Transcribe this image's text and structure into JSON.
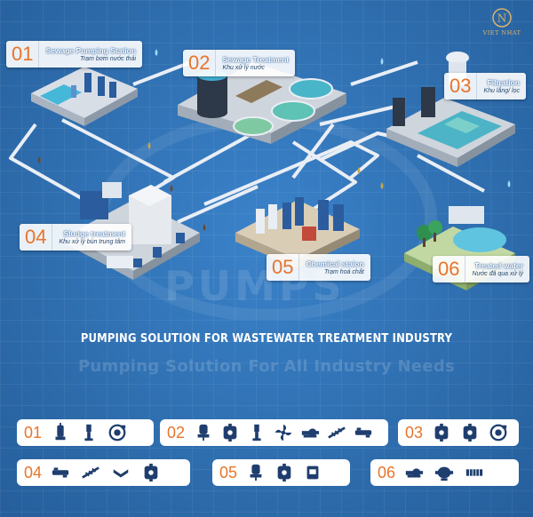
{
  "brand": {
    "name": "VIET NHAT",
    "logo_letter": "N"
  },
  "steps": [
    {
      "number": "01",
      "title": "Sewage Pumping Station",
      "subtitle": "Trạm bơm nước thải"
    },
    {
      "number": "02",
      "title": "Sewage Treatment",
      "subtitle": "Khu xử lý nước"
    },
    {
      "number": "03",
      "title": "Filtration",
      "subtitle": "Khu lắng/ lọc"
    },
    {
      "number": "04",
      "title": "Sludge treatment",
      "subtitle": "Khu xử lý bùn trung tâm"
    },
    {
      "number": "05",
      "title": "Chemical staion",
      "subtitle": "Trạm hoá chất"
    },
    {
      "number": "06",
      "title": "Treated water",
      "subtitle": "Nước đã qua xử lý"
    }
  ],
  "headline": "PUMPING SOLUTION FOR WASTEWATER TREATMENT INDUSTRY",
  "tagline": "Pumping Solution For All Industry Needs",
  "watermark": "PUMPS",
  "pump_groups": [
    {
      "number": "01",
      "icons": [
        "submersible-pump-icon",
        "vertical-pump-icon",
        "centrifugal-pump-icon"
      ]
    },
    {
      "number": "02",
      "icons": [
        "sewage-pump-icon",
        "diaphragm-pump-icon",
        "vertical-pump-icon",
        "impeller-icon",
        "end-suction-pump-icon",
        "screw-pump-icon",
        "progressive-cavity-pump-icon"
      ]
    },
    {
      "number": "03",
      "icons": [
        "diaphragm-pump-icon",
        "diaphragm-pump-icon",
        "centrifugal-pump-icon"
      ]
    },
    {
      "number": "04",
      "icons": [
        "progressive-cavity-pump-icon",
        "screw-pump-icon",
        "sludge-pump-icon",
        "diaphragm-pump-icon"
      ]
    },
    {
      "number": "05",
      "icons": [
        "sewage-pump-icon",
        "diaphragm-pump-icon",
        "dosing-pump-icon"
      ]
    },
    {
      "number": "06",
      "icons": [
        "end-suction-pump-icon",
        "split-case-pump-icon",
        "multistage-pump-icon"
      ]
    }
  ]
}
